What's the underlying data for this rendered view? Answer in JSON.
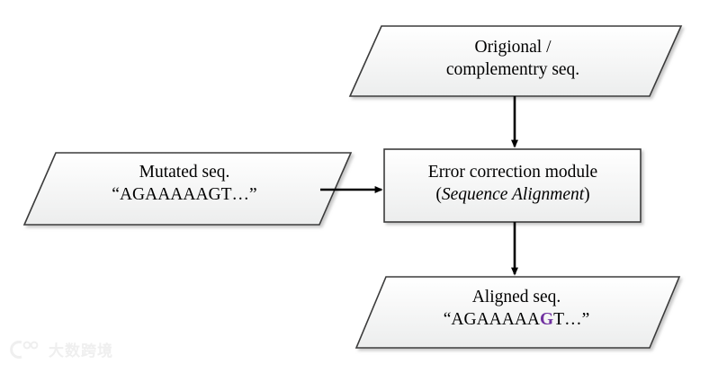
{
  "diagram": {
    "type": "flowchart",
    "title": "Error correction module flow",
    "background_color": "#ffffff",
    "shape_fill_top": "#ffffff",
    "shape_fill_bottom": "#eceded",
    "shape_border_color": "#3b3b3b",
    "arrow_color": "#000000",
    "highlight_color": "#7030A0",
    "nodes": [
      {
        "id": "original",
        "shape": "parallelogram",
        "name": "original-complementary-seq-node",
        "lines": [
          "Origional /",
          "complementry seq."
        ]
      },
      {
        "id": "mutated",
        "shape": "parallelogram",
        "name": "mutated-seq-node",
        "lines": [
          "Mutated seq.",
          "“AGAAAAAGT…”"
        ]
      },
      {
        "id": "process",
        "shape": "rectangle",
        "name": "error-correction-module-node",
        "lines": [
          "Error correction module",
          "(Sequence Alignment)"
        ]
      },
      {
        "id": "aligned",
        "shape": "parallelogram",
        "name": "aligned-seq-node",
        "lines": [
          "Aligned seq.",
          "“AGAAAAAGT…”"
        ]
      }
    ],
    "edges": [
      {
        "name": "arrow-original-to-process",
        "from": "original",
        "to": "process",
        "direction": "down"
      },
      {
        "name": "arrow-mutated-to-process",
        "from": "mutated",
        "to": "process",
        "direction": "right"
      },
      {
        "name": "arrow-process-to-aligned",
        "from": "process",
        "to": "aligned",
        "direction": "down"
      }
    ]
  },
  "top_node": {
    "line1": "Origional /",
    "line2": "complementry seq."
  },
  "left_node": {
    "line1": "Mutated seq.",
    "line2": "“AGAAAAAGT…”"
  },
  "process_node": {
    "line1": "Error correction module",
    "line2_open": "(",
    "line2_italic": "Sequence Alignment",
    "line2_close": ")"
  },
  "bottom_node": {
    "line1": "Aligned seq.",
    "seq_prefix": "“AGAAAAA",
    "seq_highlight": "G",
    "seq_suffix": "T…”"
  },
  "watermark": {
    "text": "大数跨境",
    "logo_name": "circular-logo-icon"
  }
}
